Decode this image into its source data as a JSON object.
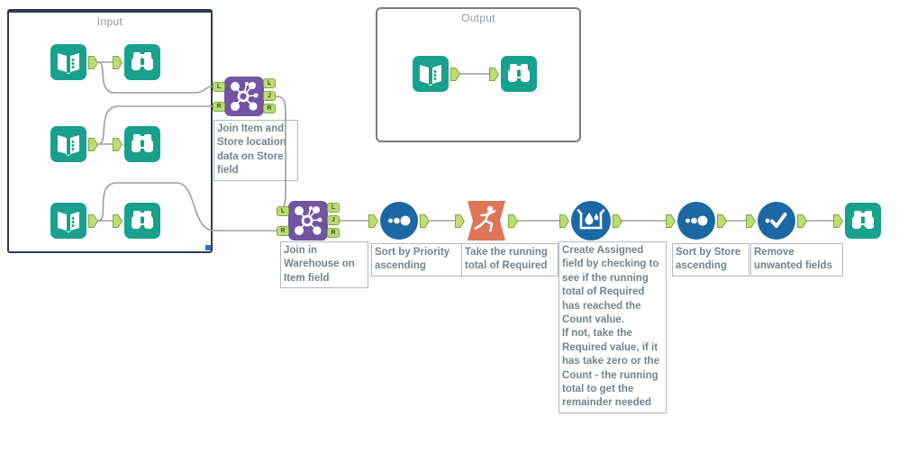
{
  "app": {
    "name": "Alteryx workflow canvas"
  },
  "containers": {
    "input": {
      "title": "Input"
    },
    "output": {
      "title": "Output"
    }
  },
  "anchors": {
    "L": "L",
    "J": "J",
    "R": "R"
  },
  "annotations": {
    "join_store": "Join Item and Store location data on Store field",
    "join_warehouse": "Join in Warehouse on Item field",
    "sort_priority": "Sort by Priority ascending",
    "running_total": "Take the running total of Required",
    "formula": "Create Assigned field by checking to see if the running total of Required has reached the Count value.\nIf not, take the Required value, if it has take zero or the Count - the running total to get the remainder needed",
    "sort_store": "Sort by Store ascending",
    "select": "Remove unwanted fields"
  },
  "icons": {
    "input_data": "book-icon",
    "browse": "binoculars-icon",
    "join": "join-network-icon",
    "sort": "dots-icon",
    "running_total": "running-man-icon",
    "formula": "beaker-drops-icon",
    "select": "checkmark-icon"
  },
  "colors": {
    "tool_teal": "#17a18e",
    "join_purple": "#7254a3",
    "tool_blue": "#1c68a5",
    "running_total_orange": "#df7457",
    "anchor_green": "#bcdc74",
    "anchor_border_green": "#7fa63c",
    "wire_gray": "#9e9e9e",
    "annotation_text": "#75828e",
    "container_border_dark": "#2e3d52",
    "container_border_gray": "#7c7c7c"
  }
}
